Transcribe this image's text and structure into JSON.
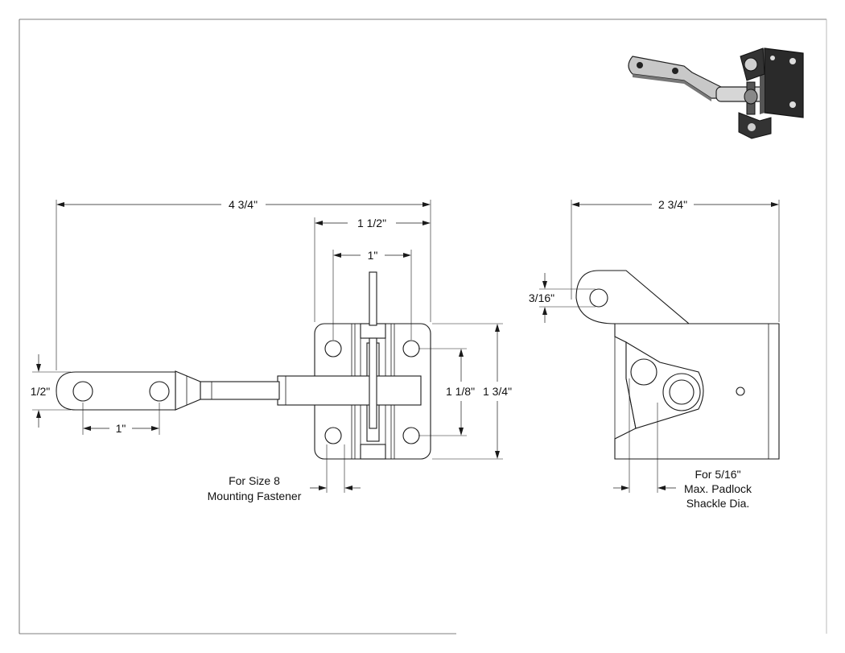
{
  "dimensions": {
    "overall_length": "4 3/4\"",
    "plate_width": "1 1/2\"",
    "hole_spacing_top": "1\"",
    "handle_height": "1/2\"",
    "handle_hole_spacing": "1\"",
    "hole_spacing_vertical": "1 1/8\"",
    "plate_height": "1 3/4\"",
    "side_depth": "2 3/4\"",
    "side_hole_dia": "3/16\""
  },
  "notes": {
    "fastener_line1": "For Size 8",
    "fastener_line2": "Mounting Fastener",
    "padlock_line1": "For 5/16\"",
    "padlock_line2": "Max. Padlock",
    "padlock_line3": "Shackle Dia."
  },
  "colors": {
    "line": "#1a1a1a",
    "paper": "#ffffff",
    "iso_dark": "#222222",
    "iso_mid": "#777777",
    "iso_light": "#c8c8c8"
  }
}
